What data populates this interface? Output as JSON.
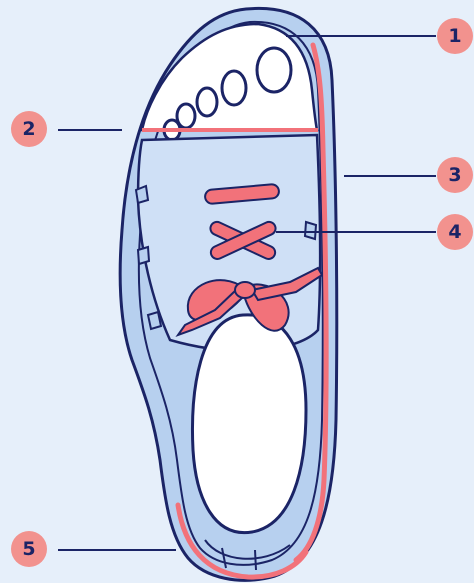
{
  "colors": {
    "background": "#e6effa",
    "outline": "#1b2466",
    "shoe_fill": "#b7d0ef",
    "upper_fill": "#cfe0f6",
    "foot_fill": "#ffffff",
    "accent": "#f2727a",
    "badge": "#f2928e",
    "badge_text": "#1b2466"
  },
  "callouts": [
    {
      "id": "1",
      "label": "1"
    },
    {
      "id": "2",
      "label": "2"
    },
    {
      "id": "3",
      "label": "3"
    },
    {
      "id": "4",
      "label": "4"
    },
    {
      "id": "5",
      "label": "5"
    }
  ]
}
